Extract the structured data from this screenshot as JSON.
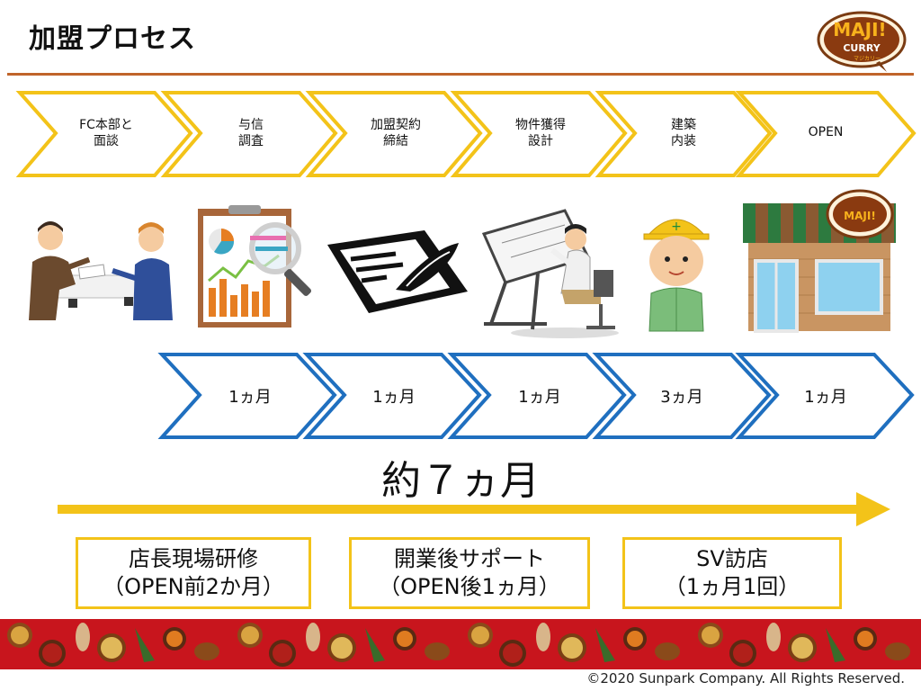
{
  "header": {
    "title": "加盟プロセス"
  },
  "logo": {
    "word": "MAJI!",
    "sub": "CURRY",
    "small": "マジカリー"
  },
  "steps": [
    {
      "line1": "FC本部と",
      "line2": "面談"
    },
    {
      "line1": "与信",
      "line2": "調査"
    },
    {
      "line1": "加盟契約",
      "line2": "締結"
    },
    {
      "line1": "物件獲得",
      "line2": "設計"
    },
    {
      "line1": "建築",
      "line2": "内装"
    },
    {
      "line1": "OPEN",
      "line2": ""
    }
  ],
  "durations": [
    "1ヵ月",
    "1ヵ月",
    "1ヵ月",
    "3ヵ月",
    "1ヵ月"
  ],
  "total": "約７ヵ月",
  "boxes": [
    {
      "line1": "店長現場研修",
      "line2": "（OPEN前2か月）"
    },
    {
      "line1": "開業後サポート",
      "line2": "（OPEN後1ヵ月）"
    },
    {
      "line1": "SV訪店",
      "line2": "（1ヵ月1回）"
    }
  ],
  "footer": "©2020 Sunpark Company. All Rights Reserved.",
  "colors": {
    "yellow": "#f3c319",
    "blue": "#1f6fbf",
    "rule": "#c0642a",
    "arrow": "#f3c319",
    "spice_band": "#c8151d"
  }
}
